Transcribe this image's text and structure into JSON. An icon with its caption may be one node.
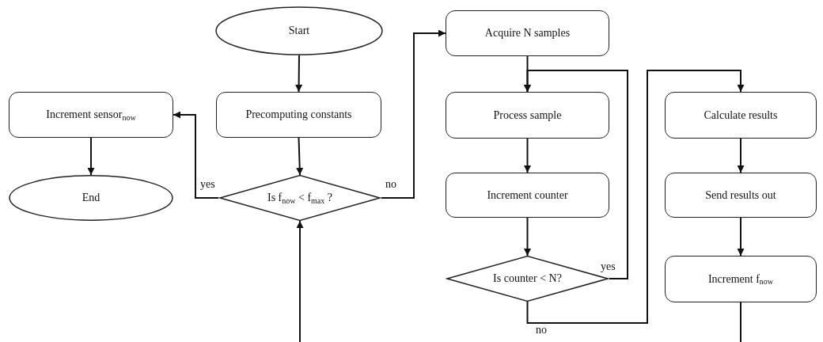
{
  "diagram": {
    "nodes": [
      {
        "text": [
          "Start"
        ]
      },
      {
        "text": [
          "Precomputing constants"
        ]
      },
      {
        "text": [
          "Increment sensor$_{now}$"
        ]
      },
      {
        "text": [
          "End"
        ]
      },
      {
        "text": [
          "Is f$_{now}$ < f$_{max}$ ?"
        ]
      },
      {
        "text": [
          "Acquire N samples"
        ]
      },
      {
        "text": [
          "Process sample"
        ]
      },
      {
        "text": [
          "Increment counter"
        ]
      },
      {
        "text": [
          "Is counter < N?"
        ]
      },
      {
        "text": [
          "Calculate results"
        ]
      },
      {
        "text": [
          "Send results out"
        ]
      },
      {
        "text": [
          "Increment f$_{now}$"
        ]
      }
    ],
    "edges": [
      {
        "from": 0,
        "to": 1,
        "arrow": "to"
      },
      {
        "from": 1,
        "to": 4,
        "arrow": "to"
      },
      {
        "from": 4,
        "to": 2,
        "arrow": "to",
        "label": "yes"
      },
      {
        "from": 2,
        "to": 3,
        "arrow": "to"
      },
      {
        "from": 4,
        "to": 5,
        "arrow": "to",
        "label": "no"
      },
      {
        "from": 5,
        "to": 6,
        "arrow": "to"
      },
      {
        "from": 6,
        "to": 7,
        "arrow": "to"
      },
      {
        "from": 7,
        "to": 8,
        "arrow": "to"
      },
      {
        "from": 8,
        "to": 6,
        "arrow": "to",
        "label": "yes"
      },
      {
        "from": 8,
        "to": 9,
        "arrow": "to",
        "label": "no"
      },
      {
        "from": 9,
        "to": 10,
        "arrow": "to"
      },
      {
        "from": 10,
        "to": 11,
        "arrow": "to"
      },
      {
        "from": 11,
        "to": null,
        "arrow": "none"
      },
      {
        "from": null,
        "to": 4,
        "arrow": "to"
      }
    ]
  }
}
